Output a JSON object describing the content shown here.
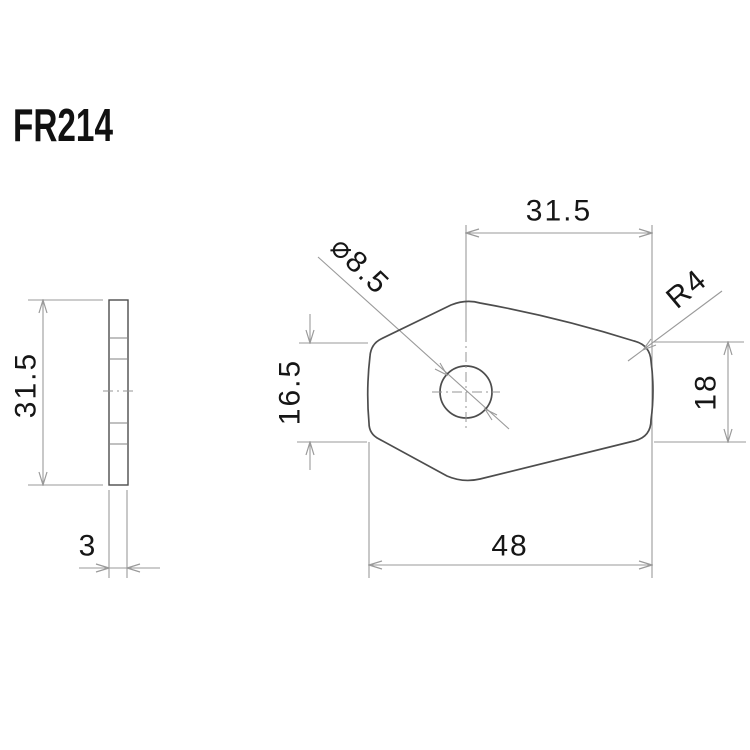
{
  "title": "FR214",
  "colors": {
    "background": "#ffffff",
    "outline": "#4d4d4d",
    "dimension_lines": "#9a9a9a",
    "text": "#161616"
  },
  "side_view": {
    "height": "31.5",
    "thickness": "3"
  },
  "front_view": {
    "top_width": "31.5",
    "hole_diameter": "⌀8.5",
    "corner_radius": "R4",
    "right_height": "18",
    "left_height": "16.5",
    "bottom_width": "48"
  }
}
